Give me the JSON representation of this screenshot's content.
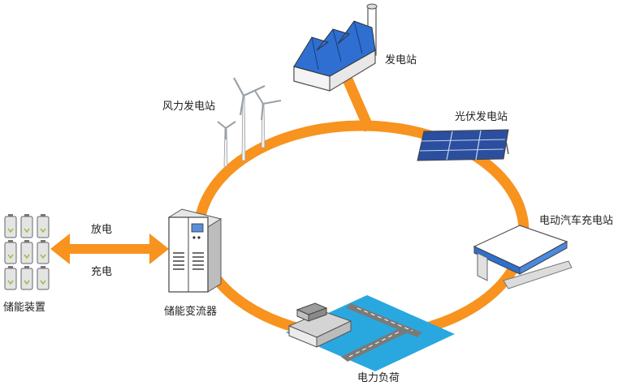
{
  "labels": {
    "power_plant": "发电站",
    "wind_farm": "风力发电站",
    "solar_plant": "光伏发电站",
    "ev_station": "电动汽车充电站",
    "power_load": "电力负荷",
    "storage_converter": "储能变流器",
    "storage_device": "储能装置",
    "discharge": "放电",
    "charge": "充电"
  },
  "colors": {
    "ring": "#f7931e",
    "roof_blue": "#2e6fd1",
    "load_area": "#29a8e0",
    "battery_green": "#8cc63f"
  }
}
